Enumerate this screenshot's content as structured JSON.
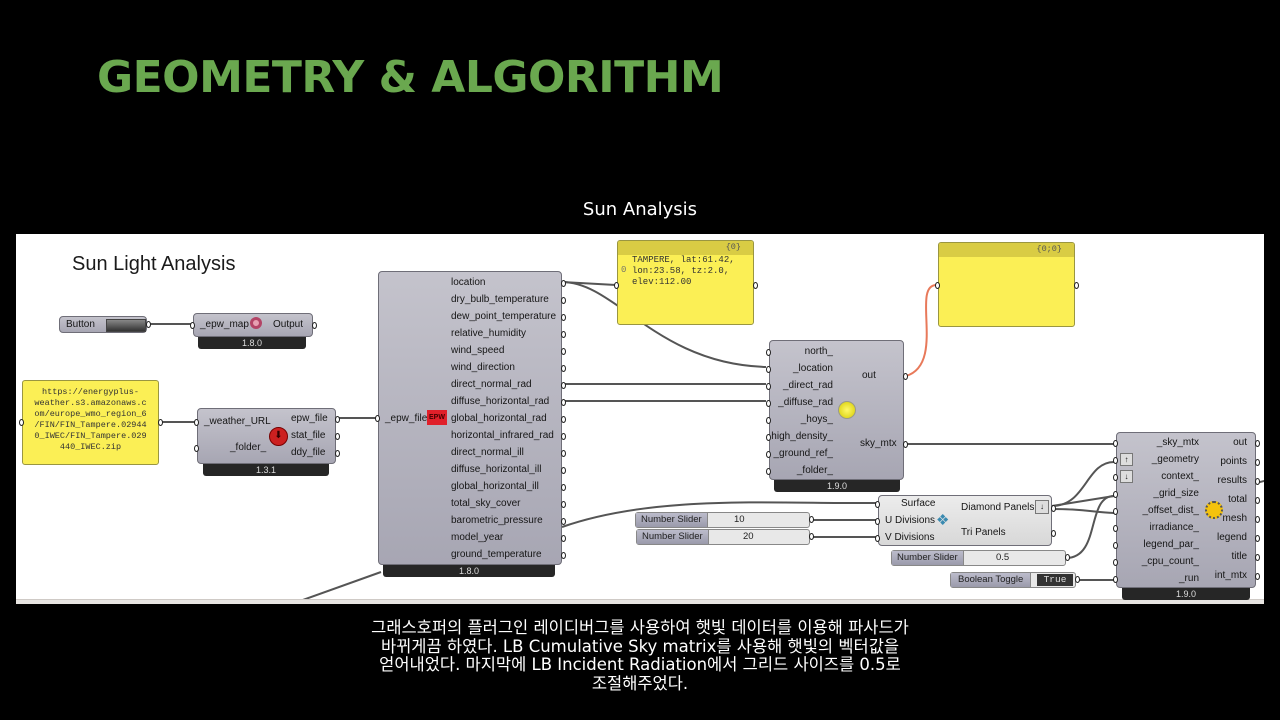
{
  "slide": {
    "title": "GEOMETRY & ALGORITHM",
    "subtitle": "Sun Analysis",
    "caption_lines": [
      "그래스호퍼의 플러그인 레이디버그를 사용하여 햇빛 데이터를 이용해 파사드가",
      "바뀌게끔 하였다. LB Cumulative Sky matrix를 사용해 햇빛의 벡터값을",
      "얻어내었다. 마지막에 LB Incident Radiation에서 그리드 사이즈를 0.5로",
      "조절해주었다."
    ],
    "accent_color": "#6aa84f"
  },
  "canvas": {
    "title": "Sun Light Analysis",
    "button": {
      "label": "Button"
    },
    "epw_map": {
      "input": "_epw_map",
      "output": "Output",
      "version": "1.8.0",
      "icon": "magnifier-icon"
    },
    "url_panel": {
      "text_lines": [
        "https://energyplus-",
        "weather.s3.amazonaws.c",
        "om/europe_wmo_region_6",
        "/FIN/FIN_Tampere.02944",
        "0_IWEC/FIN_Tampere.029",
        "440_IWEC.zip"
      ]
    },
    "download": {
      "inputs": [
        "_weather_URL",
        "_folder_"
      ],
      "outputs": [
        "epw_file",
        "stat_file",
        "ddy_file"
      ],
      "version": "1.3.1",
      "icon": "download-icon"
    },
    "import_epw": {
      "input": "_epw_file",
      "icon_label": "EPW",
      "outputs": [
        "location",
        "dry_bulb_temperature",
        "dew_point_temperature",
        "relative_humidity",
        "wind_speed",
        "wind_direction",
        "direct_normal_rad",
        "diffuse_horizontal_rad",
        "global_horizontal_rad",
        "horizontal_infrared_rad",
        "direct_normal_ill",
        "diffuse_horizontal_ill",
        "global_horizontal_ill",
        "total_sky_cover",
        "barometric_pressure",
        "model_year",
        "ground_temperature"
      ],
      "version": "1.8.0"
    },
    "location_panel": {
      "index_header": "{0}",
      "row_index": "0",
      "text_lines": [
        "TAMPERE, lat:61.42,",
        "lon:23.58, tz:2.0,",
        "elev:112.00"
      ]
    },
    "empty_panel": {
      "index_header": "{0;0}"
    },
    "sky_matrix": {
      "inputs": [
        "north_",
        "_location",
        "_direct_rad",
        "_diffuse_rad",
        "_hoys_",
        "high_density_",
        "_ground_ref_",
        "_folder_"
      ],
      "outputs": [
        "out",
        "sky_mtx"
      ],
      "version": "1.9.0",
      "icon": "sky-dome-icon"
    },
    "diamond": {
      "inputs": [
        "Surface",
        "U Divisions",
        "V Divisions"
      ],
      "outputs": [
        "Diamond Panels",
        "Tri Panels"
      ],
      "icon": "diamond-panels-icon"
    },
    "sliders": [
      {
        "label": "Number Slider",
        "value": "10"
      },
      {
        "label": "Number Slider",
        "value": "20"
      },
      {
        "label": "Number Slider",
        "value": "0.5"
      }
    ],
    "toggle": {
      "label": "Boolean Toggle",
      "value": "True"
    },
    "incident": {
      "inputs": [
        "_sky_mtx",
        "_geometry",
        "context_",
        "_grid_size",
        "_offset_dist_",
        "irradiance_",
        "legend_par_",
        "_cpu_count_",
        "_run"
      ],
      "outputs": [
        "out",
        "points",
        "results",
        "total",
        "mesh",
        "legend",
        "title",
        "int_mtx"
      ],
      "version": "1.9.0",
      "icon": "sun-radiation-icon"
    },
    "wire_color": "#555555",
    "highlight_wire_color": "#e8795a"
  }
}
